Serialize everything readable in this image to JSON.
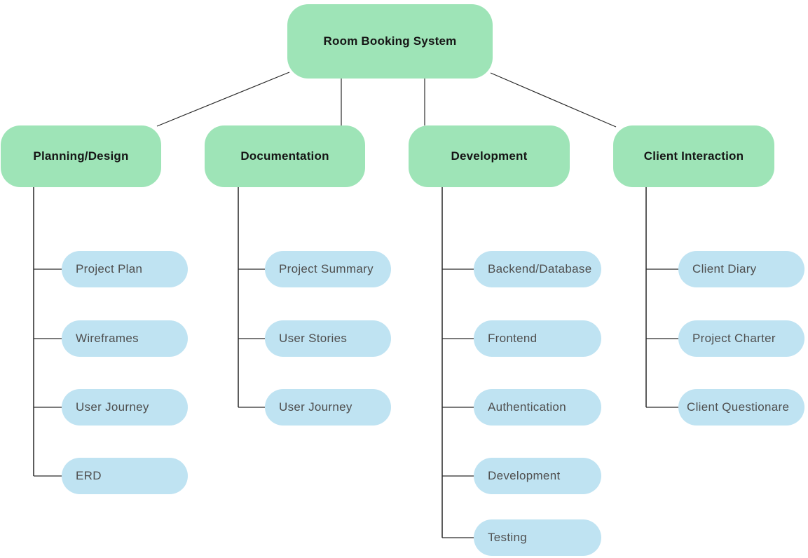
{
  "tree": {
    "root": "Room Booking System",
    "branches": [
      {
        "label": "Planning/Design",
        "children": [
          "Project Plan",
          "Wireframes",
          "User Journey",
          "ERD"
        ]
      },
      {
        "label": "Documentation",
        "children": [
          "Project Summary",
          "User Stories",
          "User Journey"
        ]
      },
      {
        "label": "Development",
        "children": [
          "Backend/Database",
          "Frontend",
          "Authentication",
          "Development",
          "Testing"
        ]
      },
      {
        "label": "Client Interaction",
        "children": [
          "Client Diary",
          "Project Charter",
          "Client Questionare"
        ]
      }
    ]
  },
  "colors": {
    "branch_fill": "#9ee4b7",
    "leaf_fill": "#bfe3f2",
    "branch_text": "#161616",
    "leaf_text": "#4f4f4f",
    "connector": "#2a2a2a",
    "trunk": "#4a4a4a"
  }
}
